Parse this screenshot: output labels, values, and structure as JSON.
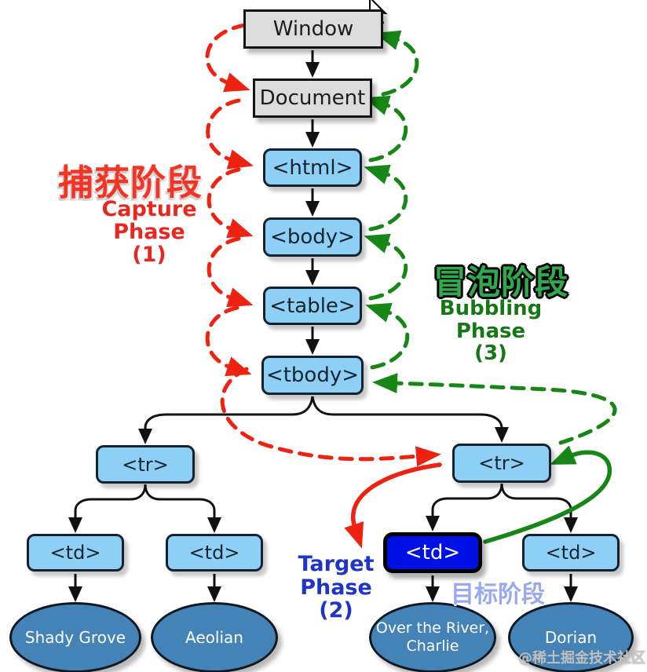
{
  "phases": {
    "capture": {
      "zh": "捕获阶段",
      "en": "Capture\nPhase\n(1)"
    },
    "bubbling": {
      "zh": "冒泡阶段",
      "en": "Bubbling\nPhase\n(3)"
    },
    "target": {
      "zh": "目标阶段",
      "en": "Target\nPhase\n(2)"
    }
  },
  "nodes": {
    "window": "Window",
    "document": "Document",
    "html": "<html>",
    "body": "<body>",
    "table": "<table>",
    "tbody": "<tbody>",
    "tr_left": "<tr>",
    "tr_right": "<tr>",
    "td1": "<td>",
    "td2": "<td>",
    "td_target": "<td>",
    "td3": "<td>"
  },
  "leaves": {
    "shady": "Shady Grove",
    "aeolian": "Aeolian",
    "river": "Over the River,\nCharlie",
    "dorian": "Dorian"
  },
  "watermark": "@稀土掘金技术社区",
  "colors": {
    "capture_red": "#ee2211",
    "bubbling_green": "#168616",
    "target_blue": "#0011e6",
    "node_fill": "#8ed0f5",
    "leaf_fill": "#4483b8",
    "generic_fill": "#dcdcdc"
  }
}
